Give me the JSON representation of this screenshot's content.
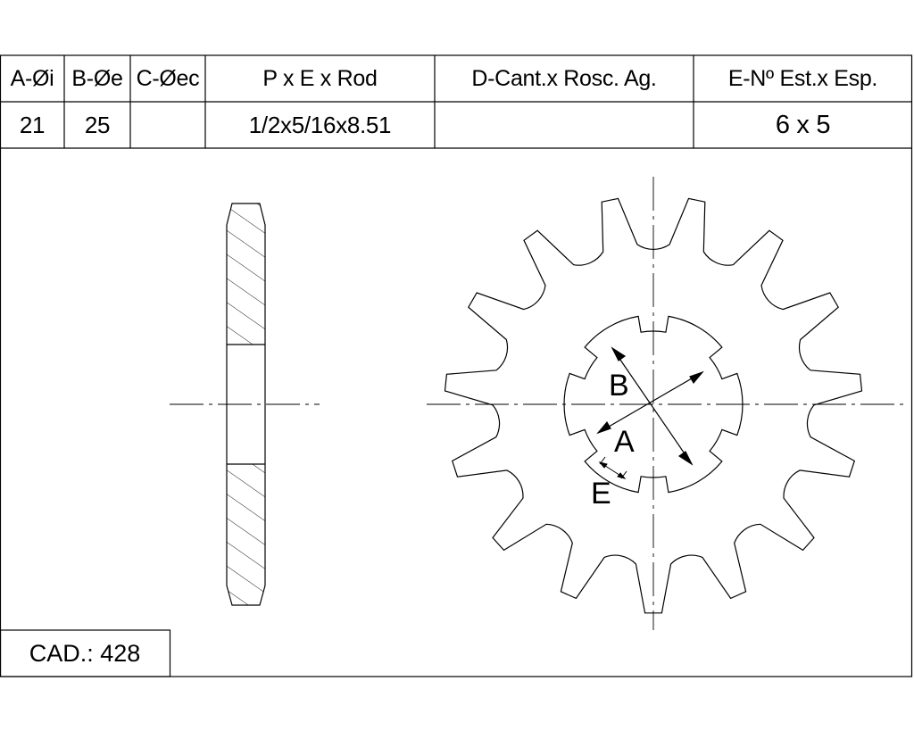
{
  "table": {
    "headers": {
      "a": "A-Øi",
      "b": "B-Øe",
      "c": "C-Øec",
      "p": "P x E x Rod",
      "d": "D-Cant.x Rosc. Ag.",
      "e": "E-Nº Est.x Esp."
    },
    "values": {
      "a": "21",
      "b": "25",
      "c": "",
      "p": "1/2x5/16x8.51",
      "d": "",
      "e": "6 x 5"
    }
  },
  "cad": "CAD.: 428",
  "dimension_labels": {
    "a": "A",
    "b": "B",
    "e": "E"
  },
  "sprocket": {
    "teeth": 15,
    "splines": 6
  }
}
